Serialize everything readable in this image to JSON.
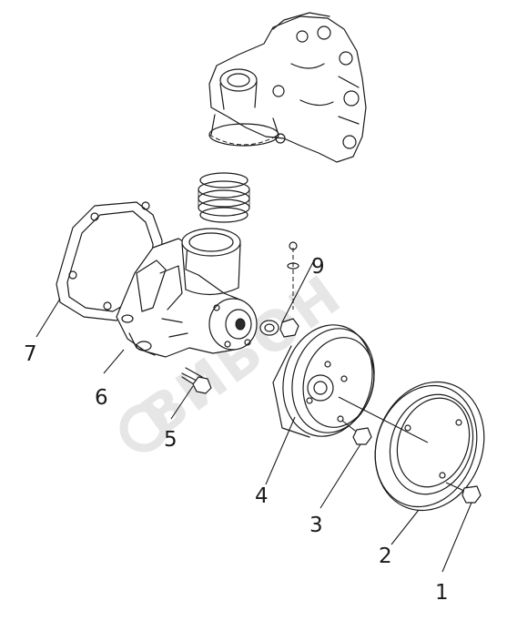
{
  "diagram": {
    "watermark": "ВИБОН",
    "callouts": [
      {
        "id": "1",
        "label": "1"
      },
      {
        "id": "2",
        "label": "2"
      },
      {
        "id": "3",
        "label": "3"
      },
      {
        "id": "4",
        "label": "4"
      },
      {
        "id": "5",
        "label": "5"
      },
      {
        "id": "6",
        "label": "6"
      },
      {
        "id": "7",
        "label": "7"
      },
      {
        "id": "9",
        "label": "9"
      }
    ]
  }
}
